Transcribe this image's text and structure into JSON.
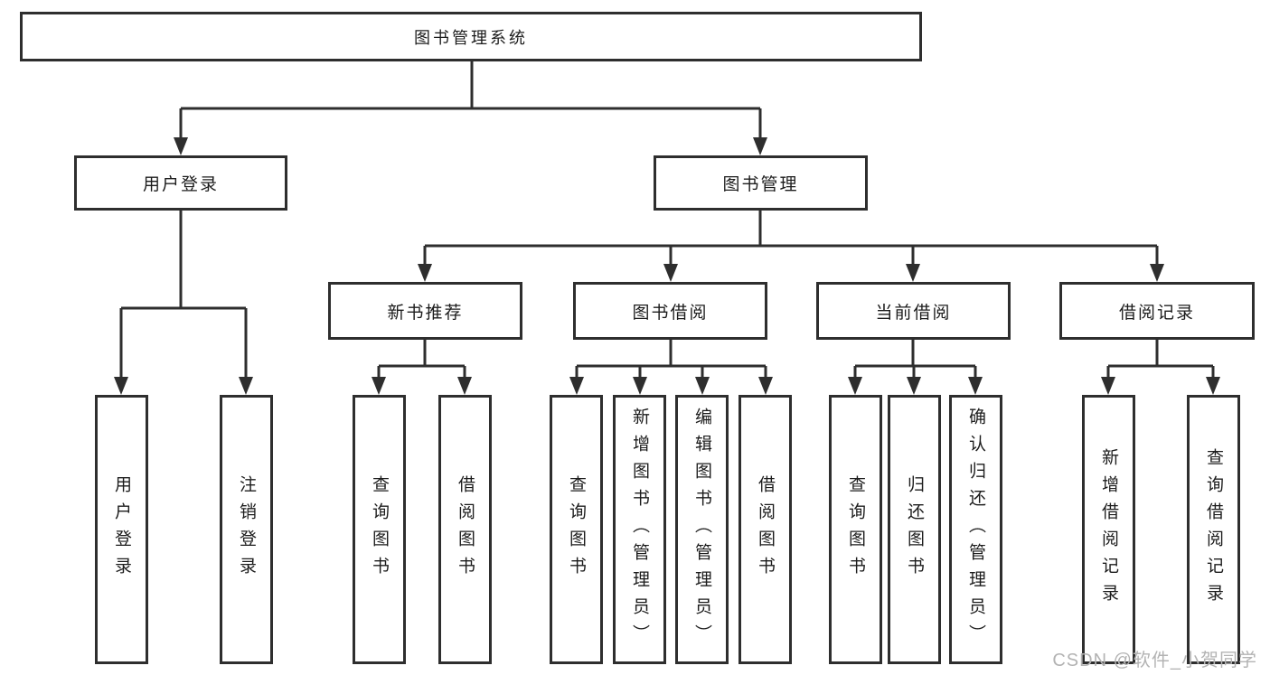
{
  "diagram": {
    "root": "图书管理系统",
    "level2": [
      "用户登录",
      "图书管理"
    ],
    "level3": [
      "新书推荐",
      "图书借阅",
      "当前借阅",
      "借阅记录"
    ],
    "leaves": {
      "user_login": [
        "用户登录",
        "注销登录"
      ],
      "new_books": [
        "查询图书",
        "借阅图书"
      ],
      "book_borrow": [
        "查询图书",
        "新增图书（管理员）",
        "编辑图书（管理员）",
        "借阅图书"
      ],
      "current_borrow": [
        "查询图书",
        "归还图书",
        "确认归还（管理员）"
      ],
      "borrow_records": [
        "新增借阅记录",
        "查询借阅记录"
      ]
    }
  },
  "watermark": "CSDN @软件_小贺同学",
  "colors": {
    "line": "#2e2e2e",
    "text": "#1c1c1c",
    "watermark": "#b3b3b3",
    "background": "#ffffff"
  }
}
